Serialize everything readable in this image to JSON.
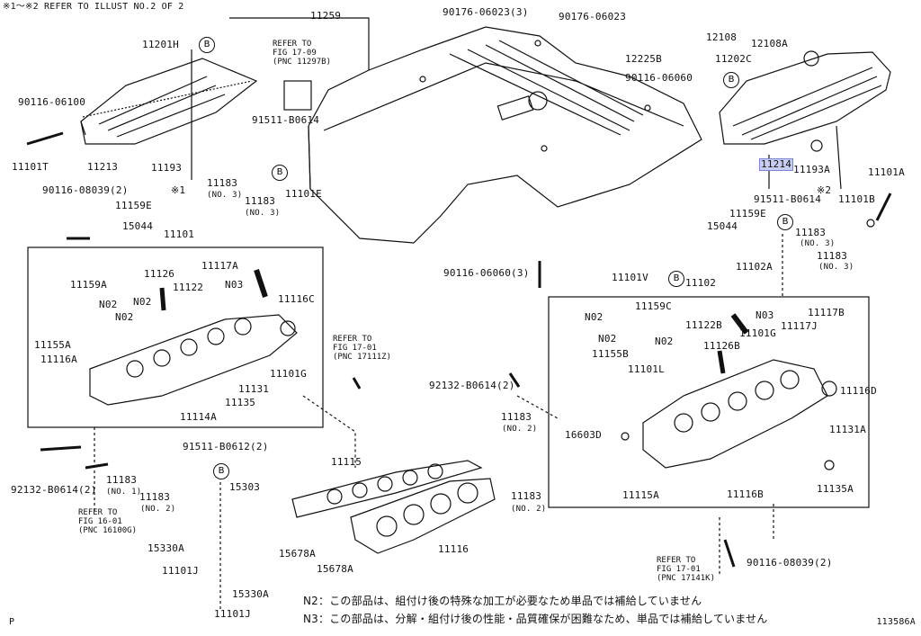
{
  "header_note": "※1～※2 REFER TO ILLUST NO.2 OF 2",
  "illustration_no": "113586A",
  "page_mark": "P",
  "highlighted_part": "11214",
  "notes": {
    "n2": "N2：この部品は、組付け後の特殊な加工が必要なため単品では補給していません",
    "n3": "N3：この部品は、分解・組付け後の性能・品質確保が困難なため、単品では補給していません"
  },
  "refer_boxes": {
    "fig17_09": "REFER TO\nFIG 17-09\n(PNC 11297B)",
    "fig17_01a": "REFER TO\nFIG 17-01\n(PNC 17111Z)",
    "fig16_01": "REFER TO\nFIG 16-01\n(PNC 16100G)",
    "fig17_01b": "REFER TO\nFIG 17-01\n(PNC 17141K)"
  },
  "circle_ref": "B",
  "labels": {
    "p11201H": "11201H",
    "p90116_06100": "90116-06100",
    "p11101T": "11101T",
    "p11213": "11213",
    "p11193": "11193",
    "ast1": "※1",
    "p11259": "11259",
    "p90176_06023a": "90176-06023(3)",
    "p90176_06023b": "90176-06023",
    "p12225B": "12225B",
    "p90116_06060": "90116-06060",
    "p91511_B0614a": "91511-B0614",
    "p12108": "12108",
    "p12108A": "12108A",
    "p11202C": "11202C",
    "p11214": "11214",
    "p11193A": "11193A",
    "ast2": "※2",
    "p11101A": "11101A",
    "p90116_08039a": "90116-08039(2)",
    "p11159E_a": "11159E",
    "p15044_a": "15044",
    "p11183_a": "11183",
    "no3_a": "(NO. 3)",
    "p11183_b": "11183",
    "no3_b": "(NO. 3)",
    "p11101E": "11101E",
    "p91511_B0614b": "91511-B0614",
    "p11159E_b": "11159E",
    "p15044_b": "15044",
    "p11101B": "11101B",
    "p11183_c": "11183",
    "no3_c": "(NO. 3)",
    "p11183_d": "11183",
    "no3_d": "(NO. 3)",
    "p11102A": "11102A",
    "p11101": "11101",
    "p11159A": "11159A",
    "p11126": "11126",
    "p11117A": "11117A",
    "p11122": "11122",
    "n3_a": "N03",
    "n2_a": "N02",
    "n2_b": "N02",
    "n2_c": "N02",
    "p11116C": "11116C",
    "p11155A": "11155A",
    "p11116A": "11116A",
    "p11101G_a": "11101G",
    "p11131": "11131",
    "p11135": "11135",
    "p11114A": "11114A",
    "p90116_06060b": "90116-06060(3)",
    "p11101V": "11101V",
    "p11102": "11102",
    "n2_d": "N02",
    "p11159C": "11159C",
    "n3_b": "N03",
    "p11122B": "11122B",
    "p11117B": "11117B",
    "n2_e": "N02",
    "n2_f": "N02",
    "p11117J": "11117J",
    "p11101G_b": "11101G",
    "p11126B": "11126B",
    "p11155B": "11155B",
    "p11101L": "11101L",
    "p11116D": "11116D",
    "p92132_B0614a": "92132-B0614(2)",
    "p11183_e": "11183",
    "no2_e": "(NO. 2)",
    "p16603D": "16603D",
    "p11131A": "11131A",
    "p11135A": "11135A",
    "p11115A": "11115A",
    "p11116B": "11116B",
    "p11183_f": "11183",
    "no2_f": "(NO. 2)",
    "p92132_B0614b": "92132-B0614(2)",
    "p11183_g": "11183",
    "no1_g": "(NO. 1)",
    "p11183_h": "11183",
    "no2_h": "(NO. 2)",
    "p91511_B0612": "91511-B0612(2)",
    "p15303": "15303",
    "p15330A_a": "15330A",
    "p11101J_a": "11101J",
    "p15330A_b": "15330A",
    "p11101J_b": "11101J",
    "p11115": "11115",
    "p11116": "11116",
    "p15678A_a": "15678A",
    "p15678A_b": "15678A",
    "p90116_08039b": "90116-08039(2)"
  }
}
